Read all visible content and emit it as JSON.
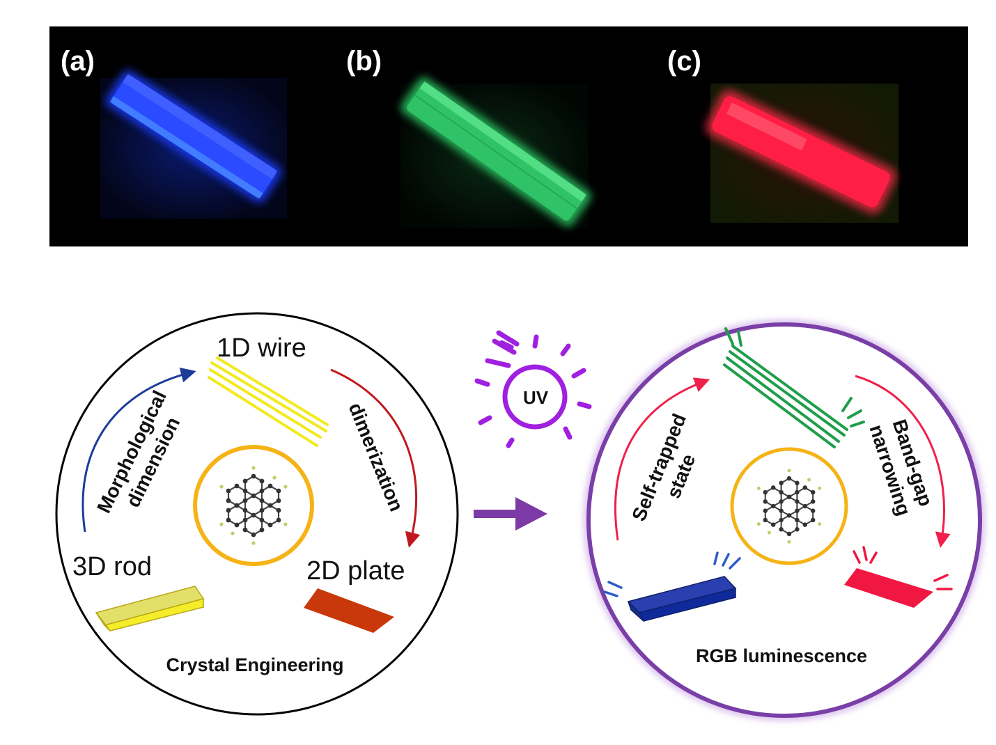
{
  "photos": {
    "panel_a_label": "(a)",
    "panel_b_label": "(b)",
    "panel_c_label": "(c)"
  },
  "left_circle": {
    "label_1d": "1D wire",
    "label_3d": "3D rod",
    "label_2d": "2D plate",
    "arrow_left_line1": "Morphological",
    "arrow_left_line2": "dimension",
    "arrow_right": "dimerization",
    "caption": "Crystal Engineering"
  },
  "uv_bulb": {
    "label": "UV"
  },
  "right_circle": {
    "arrow_left_line1": "Self-trapped",
    "arrow_left_line2": "state",
    "arrow_right_line1": "Band-gap",
    "arrow_right_line2": "narrowing",
    "caption": "RGB luminescence"
  },
  "colors": {
    "blue_emission": "#1f3cff",
    "green_emission": "#2fd46a",
    "red_emission": "#ff2a4a",
    "orange_ring": "#f5b316",
    "purple_ring": "#7a3fa6",
    "arrow_purple": "#7b3aa6",
    "arrow_blue": "#1d3c9a",
    "arrow_red": "#c0181e"
  }
}
